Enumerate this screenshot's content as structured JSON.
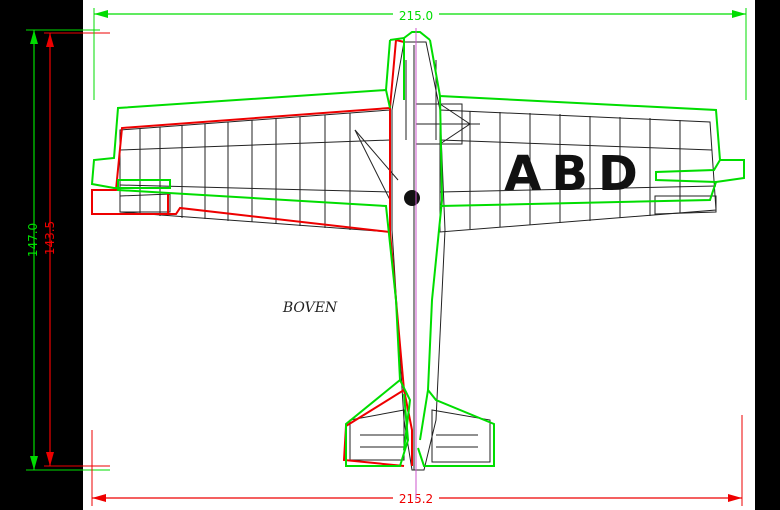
{
  "drawing": {
    "view_label": "BOVEN",
    "registration": "ABD",
    "dimensions": {
      "span_top": "215.0",
      "span_bottom": "215.2",
      "length_green": "147.0",
      "length_red": "143.5"
    }
  },
  "colors": {
    "background": "#000000",
    "paper": "#ffffff",
    "green_outline": "#00dd00",
    "red_outline": "#ee0000",
    "centerline": "#cc55cc",
    "ink": "#111111"
  }
}
